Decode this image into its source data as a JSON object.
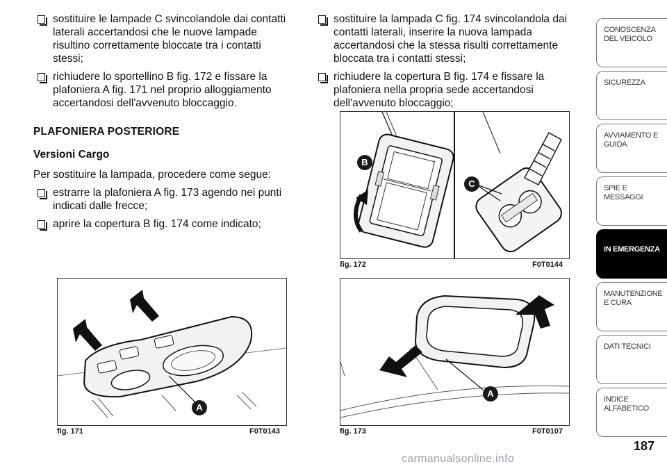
{
  "left_column": {
    "bullets_top": [
      "sostituire le lampade C svincolandole dai contatti laterali accertandosi che le nuove lampade risultino correttamente bloccate tra i contatti stessi;",
      "richiudere lo sportellino B fig. 172 e fissare la plafoniera A fig. 171 nel proprio alloggiamento accertandosi dell'avvenuto bloccaggio."
    ],
    "heading": "PLAFONIERA POSTERIORE",
    "subheading": "Versioni Cargo",
    "intro": "Per sostituire la lampada, procedere come segue:",
    "bullets_bottom": [
      "estrarre la plafoniera A fig. 173 agendo nei punti indicati dalle frecce;",
      "aprire la copertura B fig. 174 come indicato;"
    ]
  },
  "right_column": {
    "bullets": [
      "sostituire la lampada C fig. 174 svincolandola dai contatti laterali, inserire la nuova lampada accertandosi che la stessa risulti correttamente bloccata tra i contatti stessi;",
      "richiudere la copertura B fig. 174 e fissare la plafoniera nella propria sede accertandosi dell'avvenuto bloccaggio;"
    ]
  },
  "figures": {
    "fig171": {
      "caption": "fig. 171",
      "code": "F0T0143",
      "label_a": "A"
    },
    "fig172": {
      "caption": "fig. 172",
      "code": "F0T0144",
      "label_b": "B",
      "label_c": "C"
    },
    "fig173": {
      "caption": "fig. 173",
      "code": "F0T0107",
      "label_a": "A"
    }
  },
  "tabs": [
    {
      "label": "CONOSCENZA DEL VEICOLO",
      "active": false
    },
    {
      "label": "SICUREZZA",
      "active": false
    },
    {
      "label": "AVVIAMENTO E GUIDA",
      "active": false
    },
    {
      "label": "SPIE E MESSAGGI",
      "active": false
    },
    {
      "label": "IN EMERGENZA",
      "active": true
    },
    {
      "label": "MANUTENZIONE E CURA",
      "active": false
    },
    {
      "label": "DATI TECNICI",
      "active": false
    },
    {
      "label": "INDICE ALFABETICO",
      "active": false
    }
  ],
  "page_number": "187",
  "watermark": "carmanualsonline.info",
  "colors": {
    "label_circle": "#1a1a1a",
    "active_tab": "#000000",
    "tab_border": "#777777"
  }
}
